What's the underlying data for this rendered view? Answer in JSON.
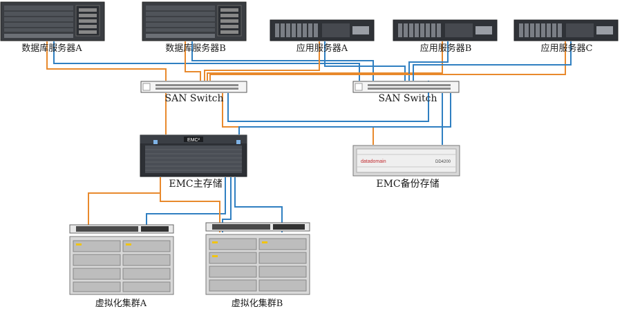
{
  "diagram": {
    "devices": {
      "db_server_a": "数据库服务器A",
      "db_server_b": "数据库服务器B",
      "app_server_a": "应用服务器A",
      "app_server_b": "应用服务器B",
      "app_server_c": "应用服务器C",
      "san_switch_1": "SAN Switch",
      "san_switch_2": "SAN Switch",
      "emc_primary": "EMC主存储",
      "emc_backup": "EMC备份存储",
      "cluster_a": "虚拟化集群A",
      "cluster_b": "虚拟化集群B"
    },
    "logos": {
      "emc": "EMC²",
      "datadomain": "datadomain",
      "model": "DD4200"
    },
    "link_colors": {
      "orange": "#e8892c",
      "blue": "#2f7fc1"
    }
  }
}
